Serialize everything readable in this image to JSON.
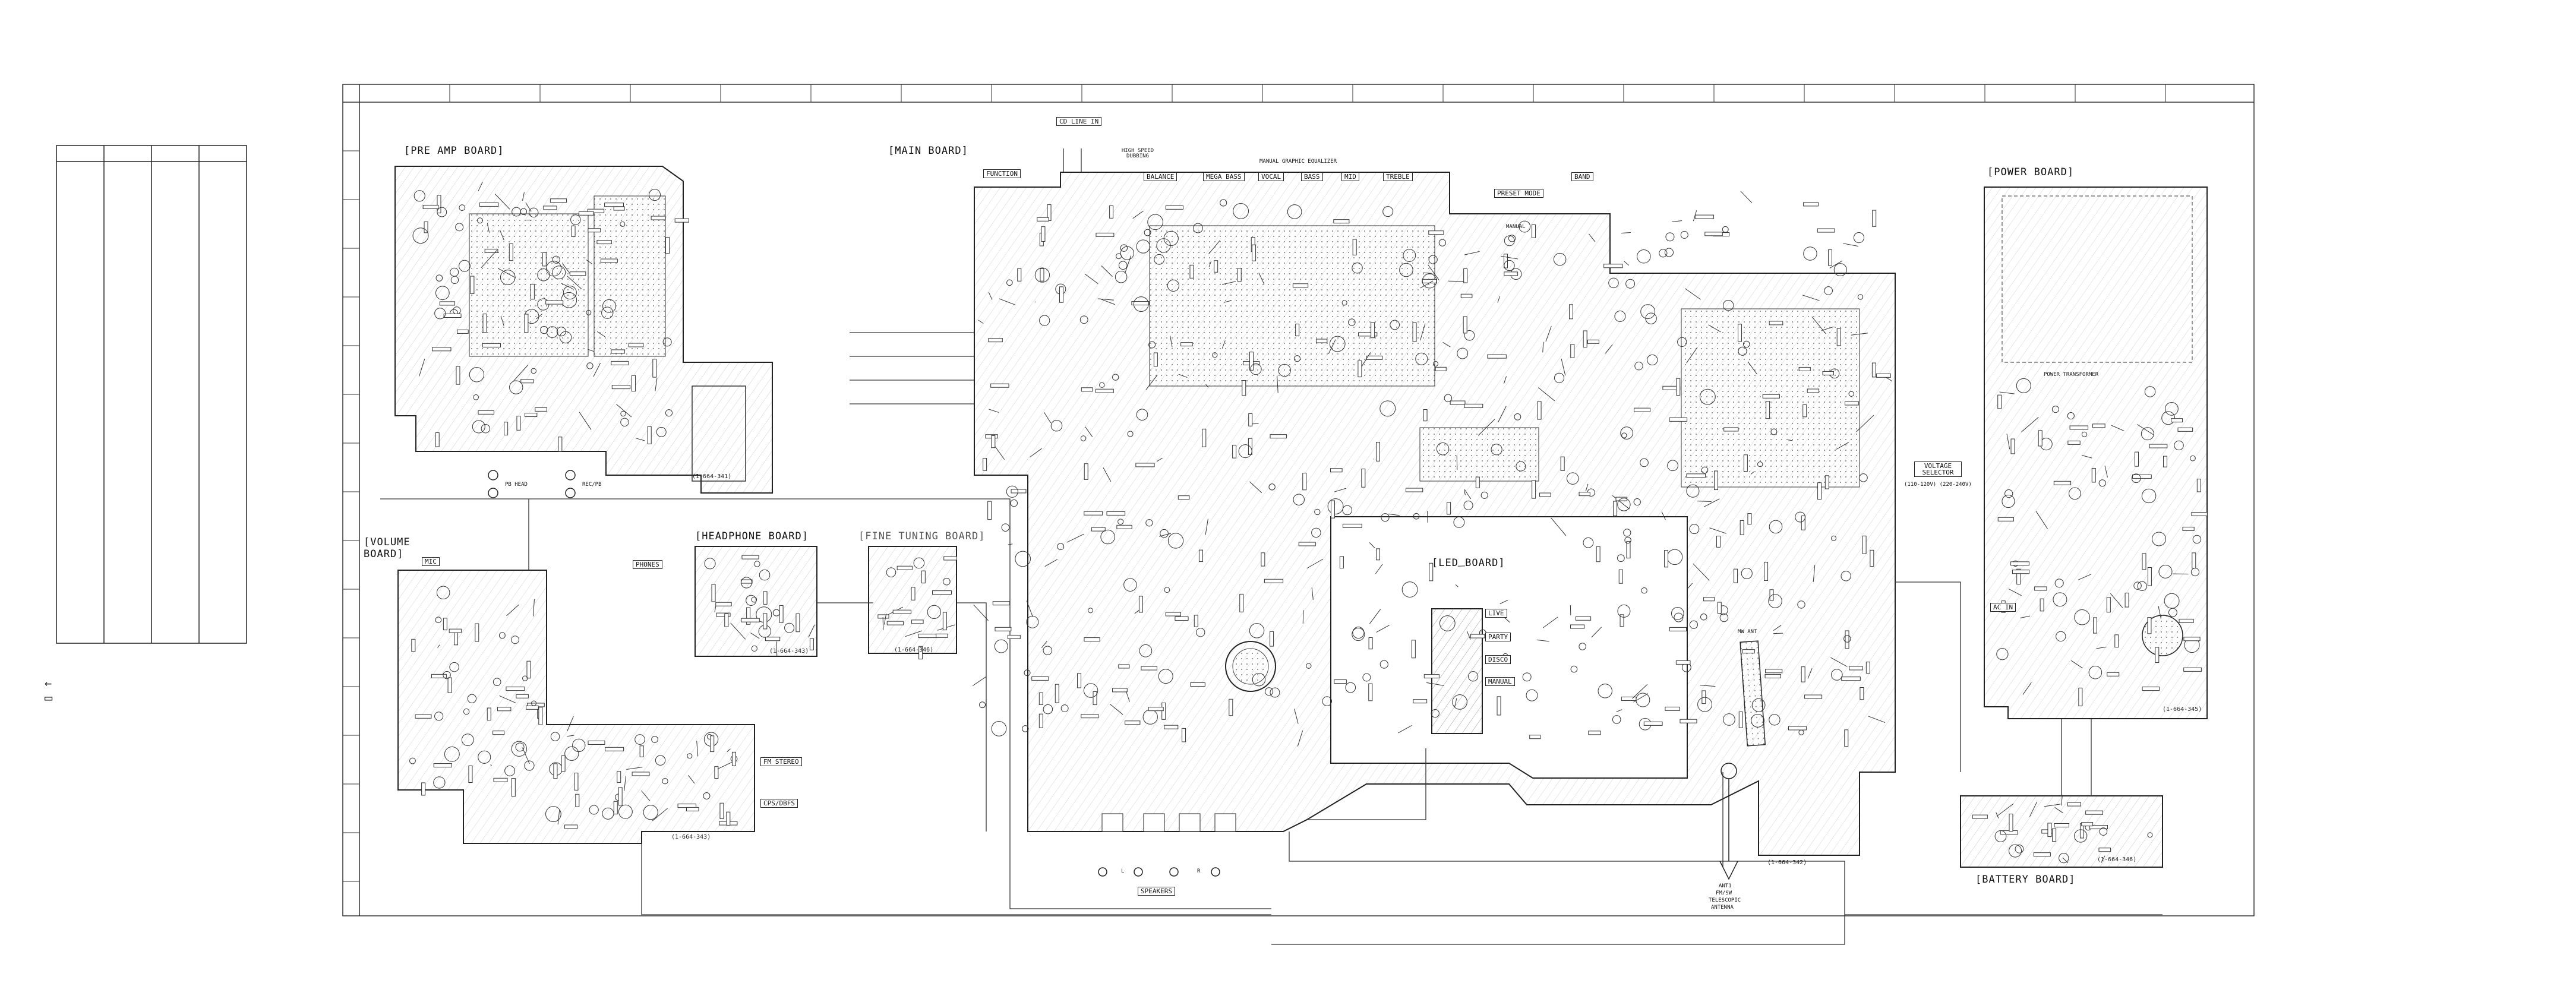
{
  "boards": {
    "pre_amp": "[PRE AMP BOARD]",
    "main": "[MAIN BOARD]",
    "power": "[POWER BOARD]",
    "volume_line1": "[VOLUME",
    "volume_line2": " BOARD]",
    "headphone": "[HEADPHONE BOARD]",
    "fine_tuning": "[FINE TUNING BOARD]",
    "led": "[LED BOARD]",
    "battery": "[BATTERY BOARD]"
  },
  "labels": {
    "cd_line_in": "CD LINE IN",
    "high_speed_dubbing": "HIGH SPEED DUBBING",
    "function": "FUNCTION",
    "balance": "BALANCE",
    "mega_bass": "MEGA BASS",
    "vocal": "VOCAL",
    "bass": "BASS",
    "mid": "MID",
    "treble": "TREBLE",
    "manual_eq": "MANUAL GRAPHIC EQUALIZER",
    "band": "BAND",
    "preset_mode": "PRESET MODE",
    "manual": "MANUAL",
    "phones": "PHONES",
    "mic": "MIC",
    "speakers": "SPEAKERS",
    "ant_line1": "ANT1",
    "ant_line2": "FM/SW",
    "ant_line3": "TELESCOPIC",
    "ant_line4": "ANTENNA",
    "mw_ant": "MW ANT",
    "voltage_selector": "VOLTAGE SELECTOR",
    "voltage_range": "(110-120V) (220-240V)",
    "ac_in": "AC IN",
    "power_transformer": "POWER TRANSFORMER",
    "fm_stereo": "FM STEREO",
    "cps_dbfs": "CPS/DBFS",
    "live": "LIVE",
    "party": "PARTY",
    "disco": "DISCO",
    "manual_led": "MANUAL",
    "pb_head": "PB HEAD",
    "rec_pb_head": "REC/PB",
    "l_ch": "L",
    "r_ch": "R",
    "main_code": "(1-664-342)",
    "power_code": "(1-664-345)",
    "pre_amp_code": "(1-664-341)",
    "volume_code": "(1-664-343)",
    "battery_code": "(1-664-346)",
    "fine_tuning_code": "(1-664-346)",
    "headphone_code": "(1-664-343)"
  },
  "legend": {
    "box_symbol": "▭",
    "arrow_symbol": "←"
  }
}
